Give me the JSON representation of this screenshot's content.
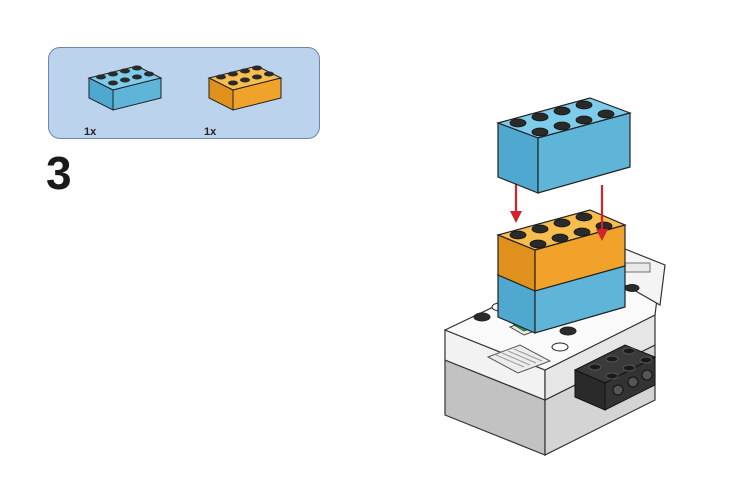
{
  "step": {
    "number": "3"
  },
  "parts": [
    {
      "quantity": "1x",
      "color_name": "light-blue",
      "color": "#5fb5d8",
      "studs": "2x4"
    },
    {
      "quantity": "1x",
      "color_name": "orange",
      "color": "#f0a22a",
      "studs": "2x4"
    }
  ],
  "colors": {
    "panel_bg": "#bcd3ee",
    "panel_border": "#6e86a8",
    "arrow": "#d2222a",
    "hub_white": "#f4f4f4",
    "hub_gray": "#c9c9c9",
    "button_green": "#3aa14a"
  },
  "icons": [
    "brick-blue-icon",
    "brick-orange-icon",
    "smarthub-icon",
    "arrow-down-icon"
  ]
}
